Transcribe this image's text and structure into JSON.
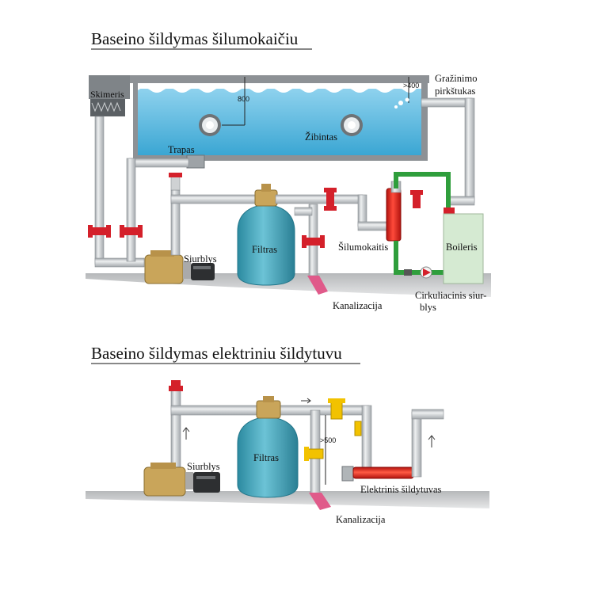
{
  "diagram1": {
    "title": "Baseino šildymas šilumokaičiu",
    "labels": {
      "skimmer": "Skimeris",
      "return_nozzle": "Gražinimo pirkštukas",
      "return_nozzle_line1": "Gražinimo",
      "return_nozzle_line2": "pirkštukas",
      "depth": "800",
      "height_min": ">400",
      "lights": "Žibintas",
      "drain": "Trapas",
      "pump": "Siurblys",
      "filter": "Filtras",
      "heat_exchanger": "Šilumokaitis",
      "boiler": "Boileris",
      "sewer": "Kanalizacija",
      "circ_pump_line1": "Cirkuliacinis siur-",
      "circ_pump_line2": "blys"
    }
  },
  "diagram2": {
    "title": "Baseino šildymas elektriniu šildytuvu",
    "labels": {
      "pump": "Siurblys",
      "filter": "Filtras",
      "height_min": ">500",
      "electric_heater": "Elektrinis šildytuvas",
      "sewer": "Kanalizacija"
    }
  },
  "colors": {
    "pool_water": "#4fb4dc",
    "pool_water_light": "#9fd8f0",
    "pipe_gray": "#c9cdd0",
    "pipe_edge": "#8b9094",
    "valve_red": "#d4202a",
    "valve_yellow": "#f2c200",
    "filter_teal": "#3b9fb5",
    "pump_tan": "#c9a55a",
    "heat_exchanger_red": "#e0201c",
    "green_pipe": "#2f9e3c",
    "boiler_bg": "#d5ead2",
    "drain_pink": "#e05a8a",
    "ground": "#c7c8c9"
  }
}
